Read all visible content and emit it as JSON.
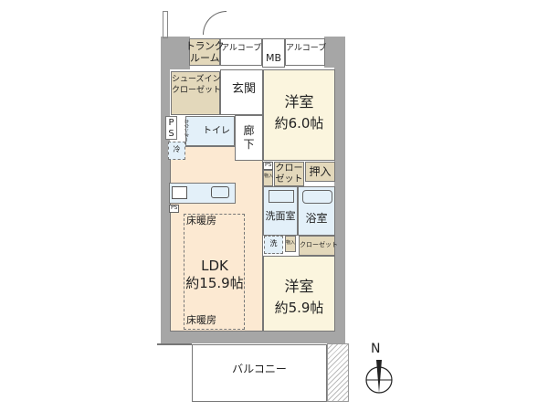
{
  "rooms": {
    "trunk_room": "トランク\nルーム",
    "trunk_room_l1": "トランク",
    "trunk_room_l2": "ルーム",
    "alcove_1": "アルコーブ",
    "mb": "MB",
    "alcove_2": "アルコーブ",
    "shoes_closet_l1": "シューズイン",
    "shoes_closet_l2": "クローゼット",
    "entrance": "玄関",
    "western_room_1": "洋室",
    "western_room_1_size": "約6.0帖",
    "ps_top_l1": "P",
    "ps_top_l2": "S",
    "counter": "カウンター",
    "toilet": "トイレ",
    "hallway_l1": "廊",
    "hallway_l2": "下",
    "fridge": "冷",
    "ps_small_1": "PS",
    "storage_1": "物入",
    "closet_1_l1": "クロー",
    "closet_1_l2": "ゼット",
    "oshiire": "押入",
    "ps_small_2": "PS",
    "floor_heating_1": "床暖房",
    "washroom": "洗面室",
    "bathroom": "浴室",
    "washer": "洗",
    "storage_2": "物入",
    "closet_2": "クローゼット",
    "ldk": "LDK",
    "ldk_size": "約15.9帖",
    "western_room_2": "洋室",
    "western_room_2_size": "約5.9帖",
    "floor_heating_2": "床暖房",
    "balcony": "バルコニー"
  },
  "compass": {
    "label": "N"
  },
  "colors": {
    "wall": "#a6a6a6",
    "tan": "#e3d8bb",
    "cream": "#fbf5de",
    "peach": "#fce9d2",
    "blue": "#e3f0f9"
  }
}
